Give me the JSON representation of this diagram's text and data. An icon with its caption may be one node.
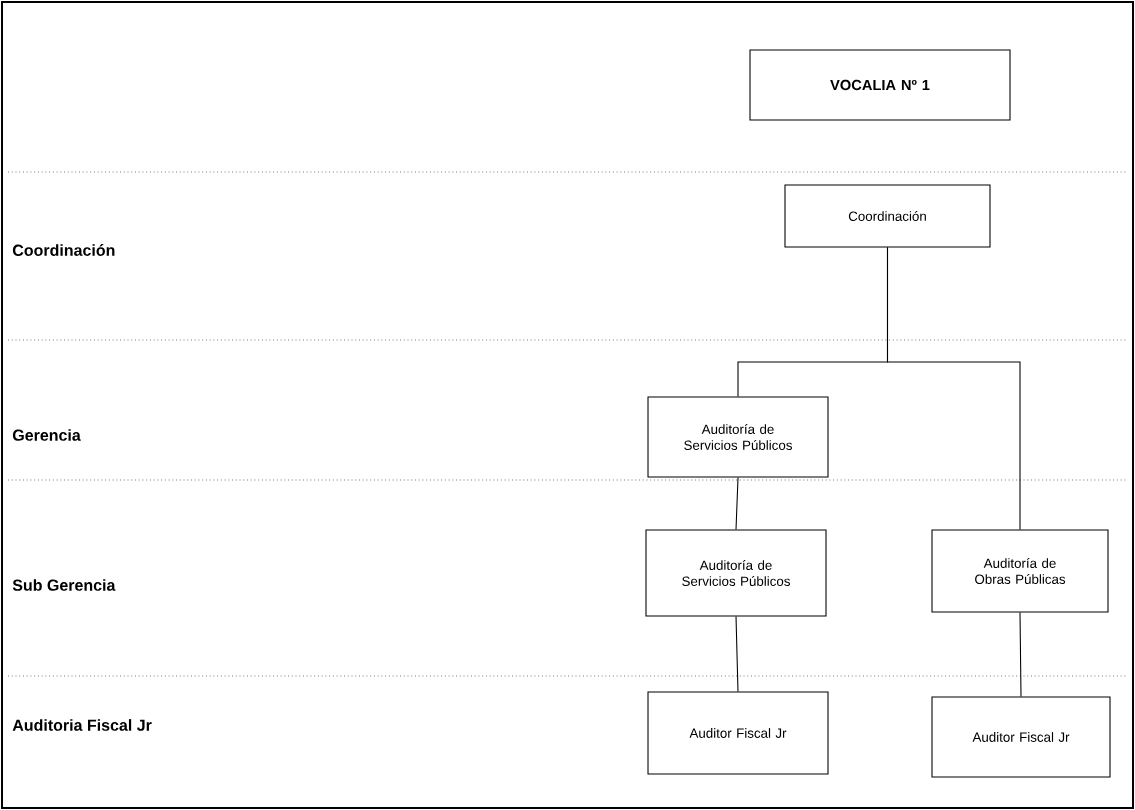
{
  "diagram": {
    "nodes": [
      {
        "text": [
          "VOCALIA Nº 1"
        ]
      },
      {
        "text": [
          "Coordinación"
        ]
      },
      {
        "text": [
          "Auditoría de Servicios Públicos"
        ]
      },
      {
        "text": [
          "Auditoría de Servicios Públicos"
        ]
      },
      {
        "text": [
          "Auditoría de Obras Públicas"
        ]
      },
      {
        "text": [
          "Auditor Fiscal Jr"
        ]
      },
      {
        "text": [
          "Auditor Fiscal Jr"
        ]
      }
    ],
    "edges": [
      {
        "from": 1,
        "to": 2,
        "arrow": "none"
      },
      {
        "from": 1,
        "to": 4,
        "arrow": "none"
      },
      {
        "from": 2,
        "to": 3,
        "arrow": "none"
      },
      {
        "from": 3,
        "to": 5,
        "arrow": "none"
      },
      {
        "from": 4,
        "to": 6,
        "arrow": "none"
      }
    ],
    "labels": [
      "Coordinación",
      "Gerencia",
      "Sub Gerencia",
      "Auditoria Fiscal Jr"
    ]
  }
}
